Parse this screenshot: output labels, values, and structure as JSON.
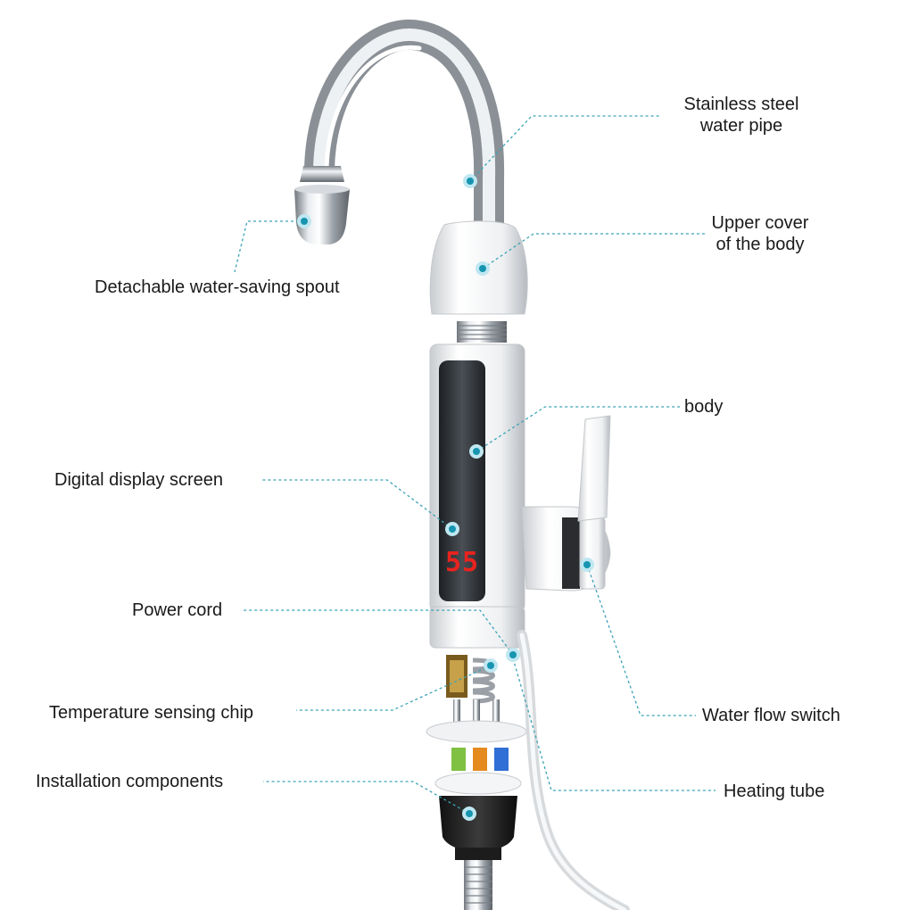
{
  "labels": {
    "pipe": [
      "Stainless steel",
      "water pipe"
    ],
    "upper_cover": [
      "Upper cover",
      "of the body"
    ],
    "spout": "Detachable water-saving spout",
    "body": "body",
    "display": "Digital display screen",
    "power": "Power cord",
    "temp_chip": "Temperature sensing chip",
    "install": "Installation components",
    "flow_switch": "Water flow switch",
    "heating": "Heating tube"
  },
  "display_readout": "55",
  "colors": {
    "leader": "#3aa3b5",
    "marker": "#1795b0",
    "readout": "#e8231f"
  }
}
